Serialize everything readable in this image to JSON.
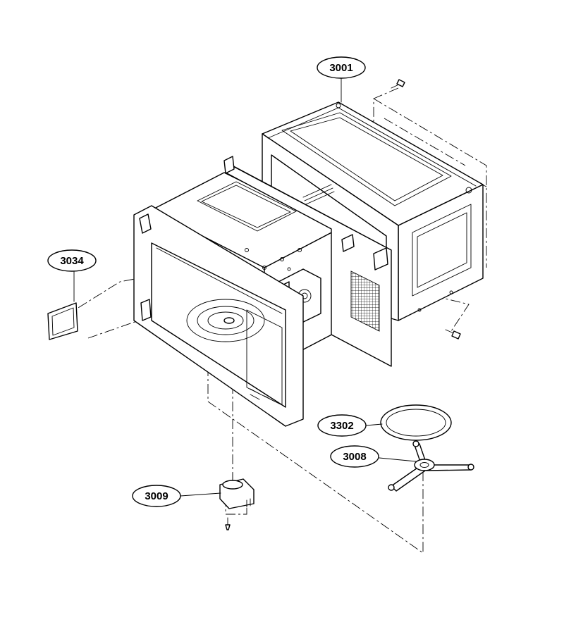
{
  "parts": [
    {
      "id": "3001",
      "label": "3001",
      "name": "outer case (cabinet)"
    },
    {
      "id": "3034",
      "label": "3034",
      "name": "waveguide cover"
    },
    {
      "id": "3302",
      "label": "3302",
      "name": "glass turntable tray"
    },
    {
      "id": "3008",
      "label": "3008",
      "name": "roller ring / coupler"
    },
    {
      "id": "3009",
      "label": "3009",
      "name": "turntable motor"
    }
  ],
  "colors": {
    "line": "#000000",
    "background": "#ffffff"
  }
}
